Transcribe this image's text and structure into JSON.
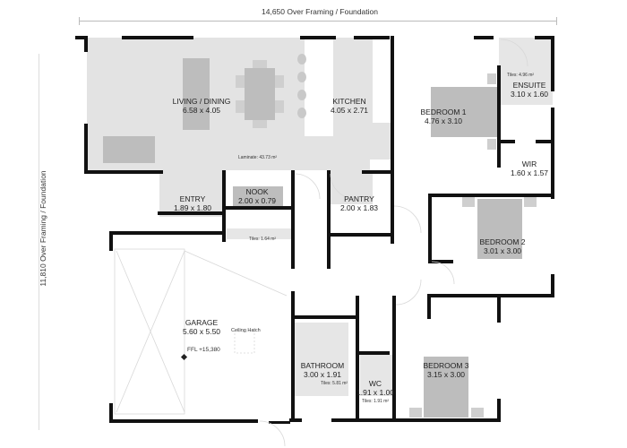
{
  "dimensions": {
    "width_label": "14,650 Over Framing / Foundation",
    "height_label": "11,810 Over Framing / Foundation"
  },
  "rooms": {
    "living": {
      "name": "LIVING / DINING",
      "size": "6.58 x 4.05"
    },
    "kitchen": {
      "name": "KITCHEN",
      "size": "4.05 x 2.71"
    },
    "bedroom1": {
      "name": "BEDROOM 1",
      "size": "4.76 x 3.10"
    },
    "ensuite": {
      "name": "ENSUITE",
      "size": "3.10 x 1.60",
      "floor_note": "Tiles: 4.96 m²"
    },
    "wir": {
      "name": "WIR",
      "size": "1.60 x 1.57"
    },
    "entry": {
      "name": "ENTRY",
      "size": "1.89 x 1.80"
    },
    "nook": {
      "name": "NOOK",
      "size": "2.00 x 0.79"
    },
    "pantry": {
      "name": "PANTRY",
      "size": "2.00 x 1.83"
    },
    "bedroom2": {
      "name": "BEDROOM 2",
      "size": "3.01 x 3.00"
    },
    "garage": {
      "name": "GARAGE",
      "size": "5.60 x 5.50",
      "ffl": "FFL +15,380",
      "hatch": "Ceiling Hatch"
    },
    "bathroom": {
      "name": "BATHROOM",
      "size": "3.00 x 1.91",
      "floor_note": "Tiles: 5.81 m²"
    },
    "wc": {
      "name": "WC",
      "size": "1.91 x 1.00",
      "floor_note": "Tiles: 1.91 m²"
    },
    "bedroom3": {
      "name": "BEDROOM 3",
      "size": "3.15 x 3.00"
    }
  },
  "notes": {
    "laminate": "Laminate: 43.73 m²",
    "laundry_tiles": "Tiles: 1.64 m²"
  },
  "colors": {
    "wall": "#111111",
    "floor_laminate": "#e3e3e3",
    "furniture": "#bdbdbd"
  }
}
